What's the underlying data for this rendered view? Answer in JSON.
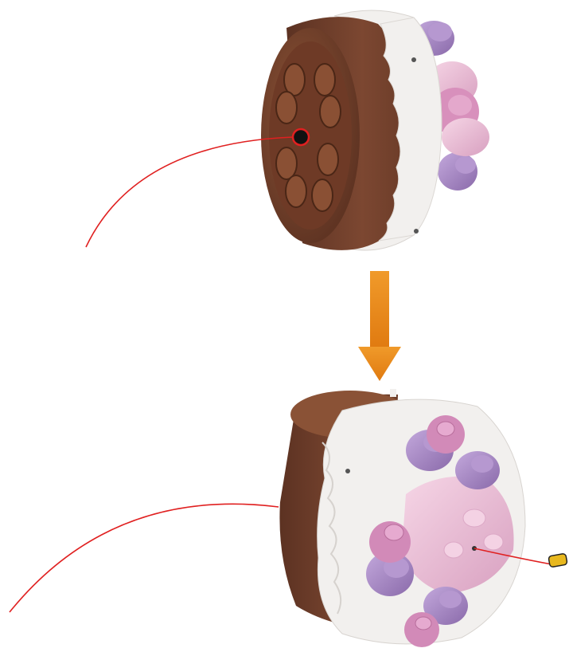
{
  "step": {
    "top_assembly": {
      "name": "cake-top-assembly",
      "parts": [
        "brown-cake-shell",
        "white-frosting-ring",
        "purple-frosting-swirls",
        "pink-studs"
      ],
      "highlight": "red-circled-hole"
    },
    "arrow": {
      "direction": "down",
      "color": "#e8891a"
    },
    "bottom_assembly": {
      "name": "cake-assembled",
      "parts": [
        "brown-cake-shell",
        "white-frosting-ring",
        "pink-center-round",
        "purple-frosting-swirls",
        "pink-flower-studs"
      ]
    },
    "callout_marker": {
      "color": "#e8b81e"
    },
    "colors": {
      "brown": "#7a4630",
      "brown_dark": "#5a3020",
      "white": "#f2f0ee",
      "lavender": "#a98ac4",
      "pink": "#d890bc",
      "light_pink": "#f0c8dc",
      "red_line": "#e02020"
    }
  }
}
